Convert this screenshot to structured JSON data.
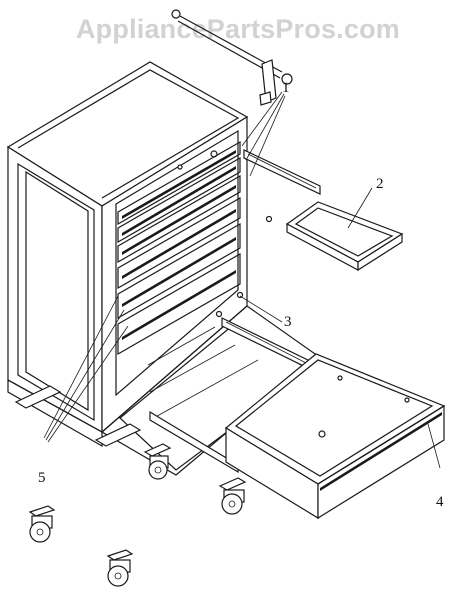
{
  "watermark": "AppliancePartsPros.com",
  "callouts": {
    "c1": "1",
    "c2": "2",
    "c3": "3",
    "c4": "4",
    "c5": "5"
  }
}
